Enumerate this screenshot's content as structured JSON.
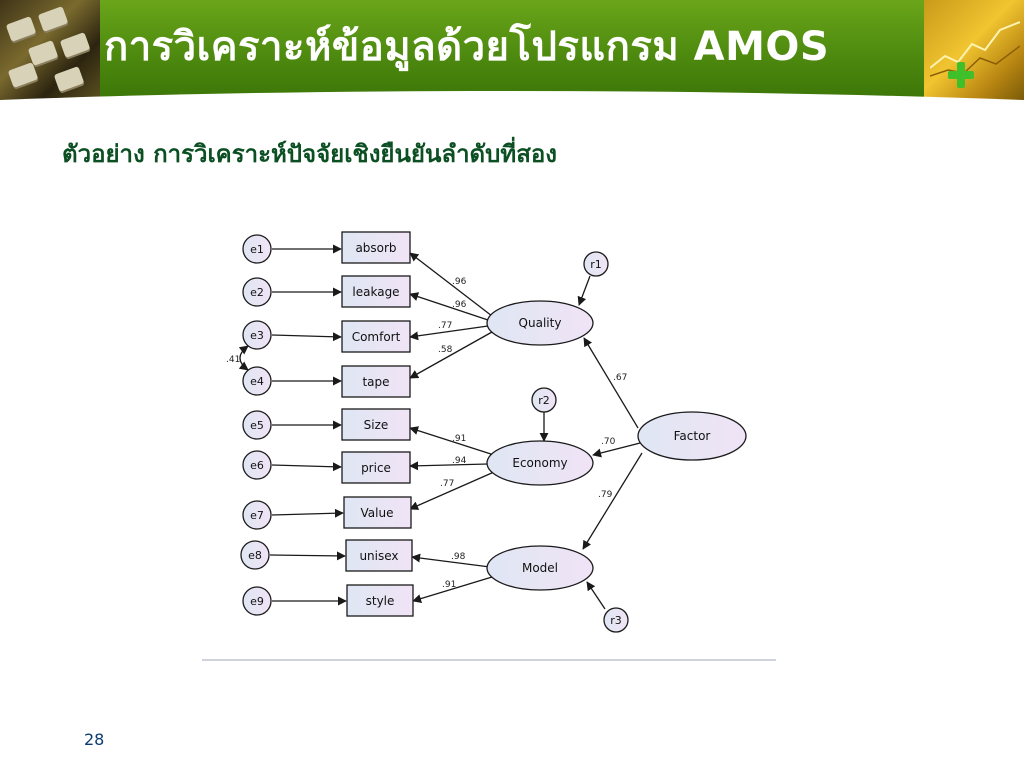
{
  "slide": {
    "title": "การวิเคราะห์ข้อมูลด้วยโปรแกรม AMOS",
    "subtitle": "ตัวอย่าง การวิเคราะห์ปัจจัยเชิงยืนยันลำดับที่สอง",
    "page_number": "28"
  },
  "colors": {
    "header_green": "#5a9714",
    "subtitle_green": "#0b4f23",
    "node_fill": "#e6e0f2",
    "arrow": "#1a1a1a"
  },
  "icons": [
    "keyboard-photo",
    "stock-chart-photo",
    "plus-icon"
  ],
  "diagram": {
    "errors": [
      "e1",
      "e2",
      "e3",
      "e4",
      "e5",
      "e6",
      "e7",
      "e8",
      "e9"
    ],
    "residuals": [
      "r1",
      "r2",
      "r3"
    ],
    "observed": [
      "absorb",
      "leakage",
      "Comfort",
      "tape",
      "Size",
      "price",
      "Value",
      "unisex",
      "style"
    ],
    "factors": [
      "Quality",
      "Economy",
      "Model"
    ],
    "second_order": "Factor",
    "loadings": [
      ".96",
      ".96",
      ".77",
      ".58",
      ".91",
      ".94",
      ".77",
      ".98",
      ".91"
    ],
    "second_order_loadings": [
      ".67",
      ".70",
      ".79"
    ],
    "covariance": ".41"
  }
}
